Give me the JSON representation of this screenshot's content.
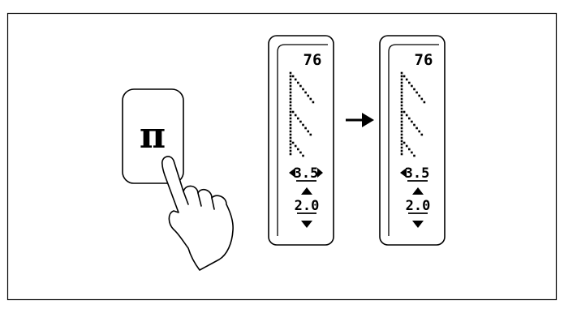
{
  "key_button": {
    "symbol": "π",
    "icon": "twin-needle-key"
  },
  "hand": {
    "icon": "pointing-hand-icon"
  },
  "arrow": {
    "icon": "right-arrow-icon"
  },
  "lcd_before": {
    "pattern_number": "76",
    "stitch_width": "3.5",
    "stitch_length": "2.0",
    "width_left_arrow": true,
    "width_right_arrow": true
  },
  "lcd_after": {
    "pattern_number": "76",
    "stitch_width": "3.5",
    "stitch_length": "2.0",
    "width_left_arrow": true,
    "width_right_arrow": false
  },
  "colors": {
    "line": "#000000",
    "background": "#ffffff"
  }
}
